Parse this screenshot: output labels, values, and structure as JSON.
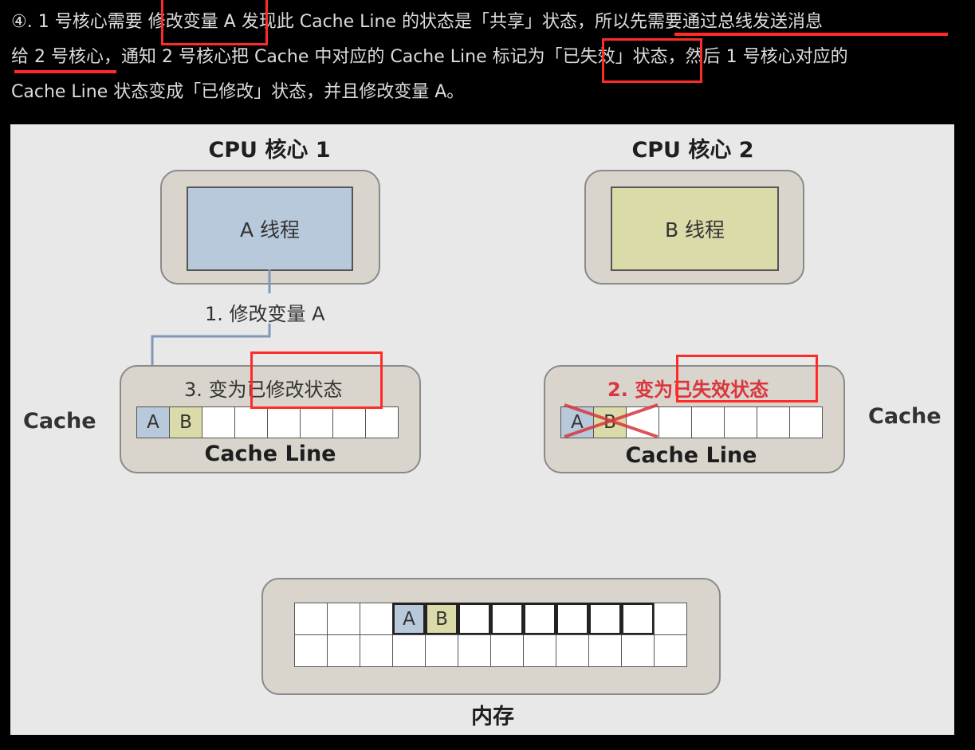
{
  "paragraph": {
    "line1": "④. 1 号核心需要 修改变量 A   发现此 Cache Line 的状态是「共享」状态，所以先需要通过总线发送消息",
    "line2": "给 2 号核心，通知 2 号核心把 Cache 中对应的 Cache Line 标记为「已失效」状态，然后 1 号核心对应的",
    "line3": "Cache Line 状态变成「已修改」状态，并且修改变量 A。"
  },
  "diagram": {
    "core1": {
      "title": "CPU 核心 1",
      "thread": "A 线程",
      "step1": "1. 修改变量 A",
      "step3": "3. 变为已修改状态",
      "cache_label": "Cache",
      "cache_line_label": "Cache Line",
      "cells": [
        "A",
        "B",
        "",
        "",
        "",
        "",
        "",
        ""
      ]
    },
    "core2": {
      "title": "CPU 核心 2",
      "thread": "B 线程",
      "step2": "2. 变为已失效状态",
      "cache_label": "Cache",
      "cache_line_label": "Cache Line",
      "cells": [
        "A",
        "B",
        "",
        "",
        "",
        "",
        "",
        ""
      ]
    },
    "memory": {
      "title": "内存",
      "row1": [
        "",
        "",
        "",
        "A",
        "B",
        "",
        "",
        "",
        "",
        "",
        "",
        ""
      ],
      "row2": [
        "",
        "",
        "",
        "",
        "",
        "",
        "",
        "",
        "",
        "",
        "",
        ""
      ]
    }
  },
  "colors": {
    "thread_a": "#b8c9dc",
    "thread_b": "#dadba8",
    "highlight": "#ff2a2a",
    "arrow": "#7f98b8",
    "invalid_text": "#d9363e"
  }
}
